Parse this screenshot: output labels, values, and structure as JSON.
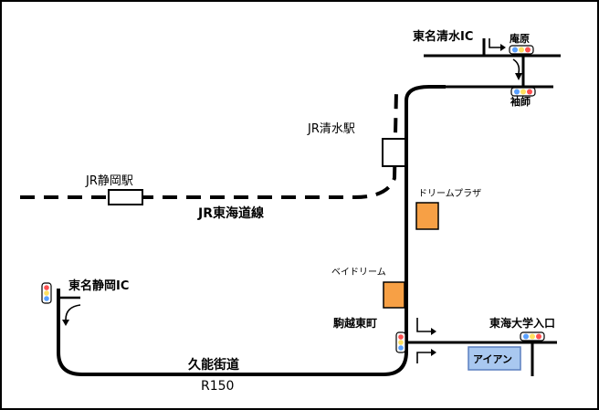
{
  "labels": {
    "tomei_shimizu_ic": "東名清水IC",
    "iohara": "庵原",
    "sodeshi": "袖師",
    "jr_shimizu_station": "JR清水駅",
    "jr_shizuoka_station": "JR静岡駅",
    "jr_tokaido_line": "JR東海道線",
    "dream_plaza": "ドリームプラザ",
    "bay_dream": "ベイドリーム",
    "tomei_shizuoka_ic": "東名静岡IC",
    "komagoe_higashimachi": "駒越東町",
    "tokai_univ_entrance": "東海大学入口",
    "aian": "アイアン",
    "kunou_kaido": "久能街道",
    "route": "R150"
  },
  "colors": {
    "road": "#000000",
    "building_orange": "#f7a045",
    "destination_fill": "#a9c8f0",
    "destination_border": "#5b7fbf",
    "signal_red": "#ff5050",
    "signal_yellow": "#ffe060",
    "signal_blue": "#5aa0ff"
  },
  "icons": [
    "traffic-signal-icon",
    "turn-arrow-icon"
  ]
}
